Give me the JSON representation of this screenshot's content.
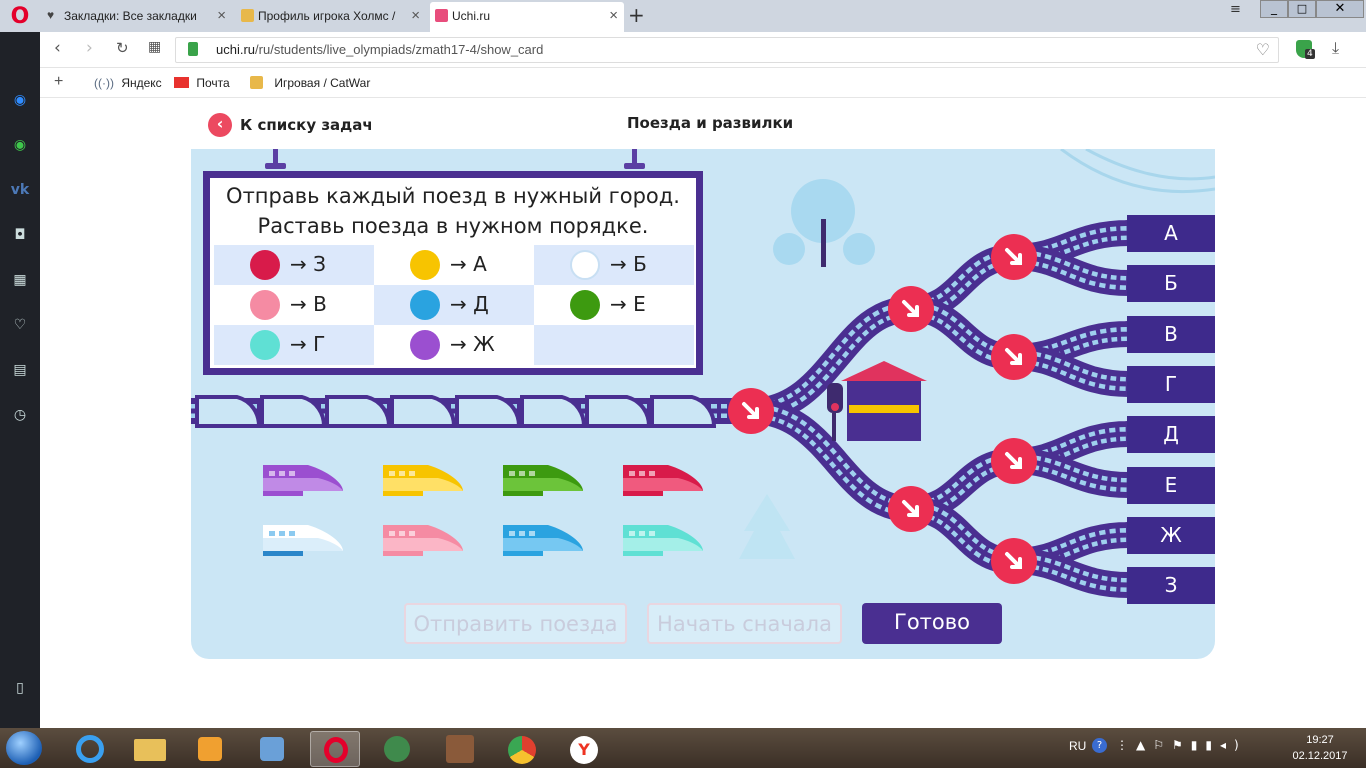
{
  "browser": {
    "tabs": [
      {
        "title": "Закладки: Все закладки",
        "icon": "heart-icon"
      },
      {
        "title": "Профиль игрока Холмс /",
        "icon": "catwar-icon"
      },
      {
        "title": "Uchi.ru",
        "icon": "uchi-icon"
      }
    ],
    "new_tab_label": "+",
    "url_host": "uchi.ru",
    "url_path": "/ru/students/live_olympiads/zmath17-4/show_card",
    "bookmarks": [
      {
        "label": "Яндекс",
        "icon": "yandex-icon"
      },
      {
        "label": "Почта",
        "icon": "mail-icon"
      },
      {
        "label": "Игровая / CatWar",
        "icon": "catwar-icon"
      }
    ],
    "badge_count": "4"
  },
  "page": {
    "back_label": "К списку задач",
    "title": "Поезда и развилки"
  },
  "game": {
    "instruction_line1": "Отправь каждый поезд в нужный город.",
    "instruction_line2": "Раставь поезда в нужном порядке.",
    "rules": [
      {
        "color": "#d81b4a",
        "arrow": "→",
        "city": "З"
      },
      {
        "color": "#f7c400",
        "arrow": "→",
        "city": "А"
      },
      {
        "color": "#ffffff",
        "arrow": "→",
        "city": "Б"
      },
      {
        "color": "#f58ba3",
        "arrow": "→",
        "city": "В"
      },
      {
        "color": "#2aa3e0",
        "arrow": "→",
        "city": "Д"
      },
      {
        "color": "#3d9a10",
        "arrow": "→",
        "city": "Е"
      },
      {
        "color": "#5fe0d4",
        "arrow": "→",
        "city": "Г"
      },
      {
        "color": "#9b4fd0",
        "arrow": "→",
        "city": "Ж"
      }
    ],
    "destinations": [
      "А",
      "Б",
      "В",
      "Г",
      "Д",
      "Е",
      "Ж",
      "З"
    ],
    "trains": [
      {
        "color": "#9b4fd0",
        "light": "#c08ae6"
      },
      {
        "color": "#f7c400",
        "light": "#ffe066"
      },
      {
        "color": "#3d9a10",
        "light": "#6cc43a"
      },
      {
        "color": "#d81b4a",
        "light": "#f05a7e"
      },
      {
        "color": "#ffffff",
        "light": "#dbeefa"
      },
      {
        "color": "#f58ba3",
        "light": "#fbb6c6"
      },
      {
        "color": "#2aa3e0",
        "light": "#76c8f2"
      },
      {
        "color": "#5fe0d4",
        "light": "#a4efe8"
      }
    ],
    "buttons": {
      "send": "Отправить поезда",
      "restart": "Начать сначала",
      "done": "Готово"
    }
  },
  "taskbar": {
    "lang": "RU",
    "time": "19:27",
    "date": "02.12.2017"
  },
  "colors": {
    "accent_purple": "#4a2f91",
    "switch_red": "#ec2f52",
    "game_bg": "#cbe6f5"
  }
}
